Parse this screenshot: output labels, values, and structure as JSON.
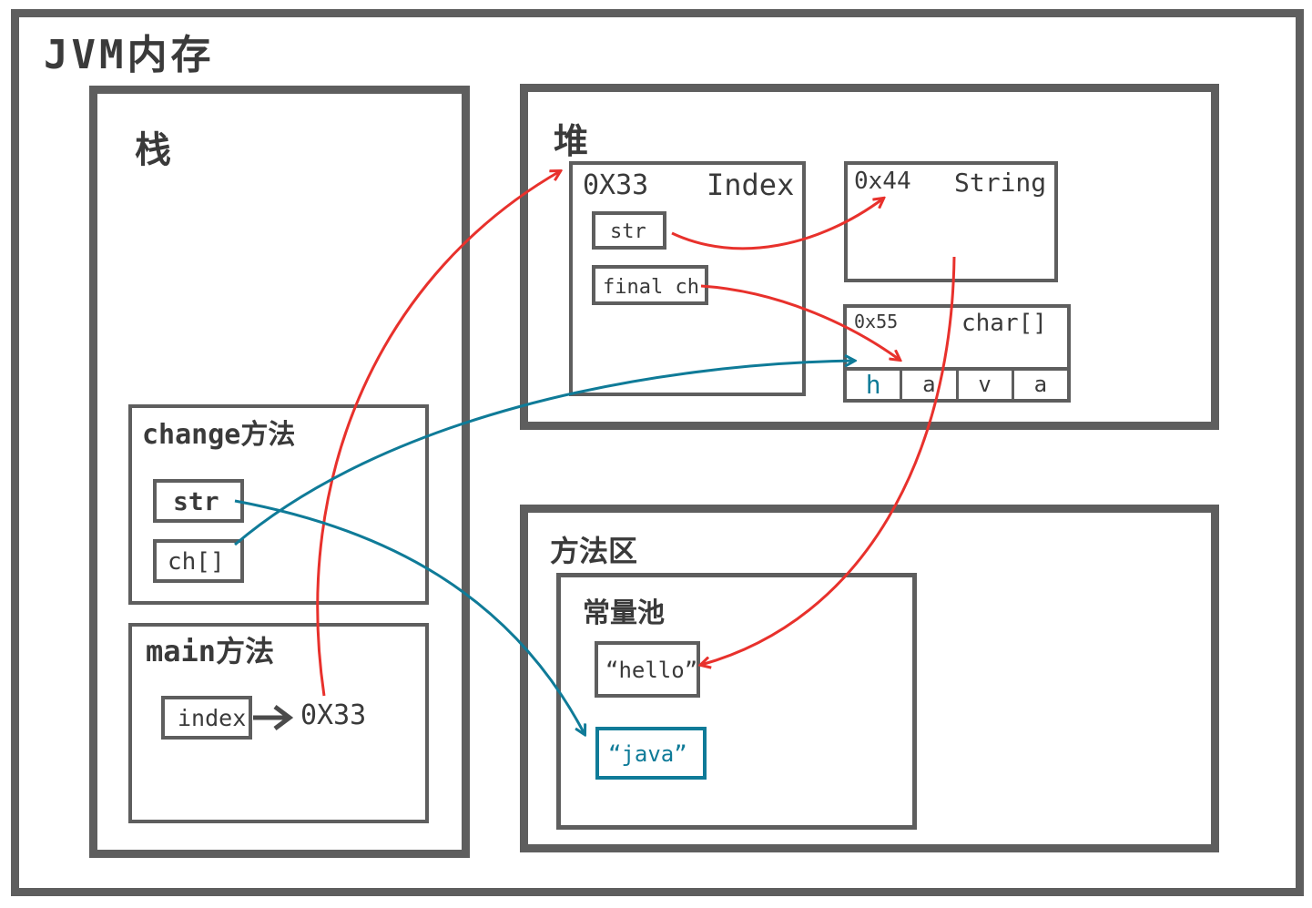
{
  "diagram": {
    "title": "JVM内存",
    "stack": {
      "label": "栈",
      "change_frame": {
        "label": "change方法",
        "vars": [
          "str",
          "ch[]"
        ]
      },
      "main_frame": {
        "label": "main方法",
        "var": "index",
        "value": "0X33"
      }
    },
    "heap": {
      "label": "堆",
      "index_obj": {
        "address": "0X33",
        "type": "Index",
        "fields": [
          "str",
          "final ch"
        ]
      },
      "string_obj": {
        "address": "0x44",
        "type": "String"
      },
      "char_array": {
        "address": "0x55",
        "type": "char[]",
        "cells": [
          "h",
          "a",
          "v",
          "a"
        ]
      }
    },
    "method_area": {
      "label": "方法区",
      "constant_pool": {
        "label": "常量池",
        "entries": [
          "“hello”",
          "“java”"
        ]
      }
    },
    "colors": {
      "frame": "#5a5a5a",
      "red_arrow": "#e8312c",
      "teal_arrow": "#0f7b98"
    }
  }
}
